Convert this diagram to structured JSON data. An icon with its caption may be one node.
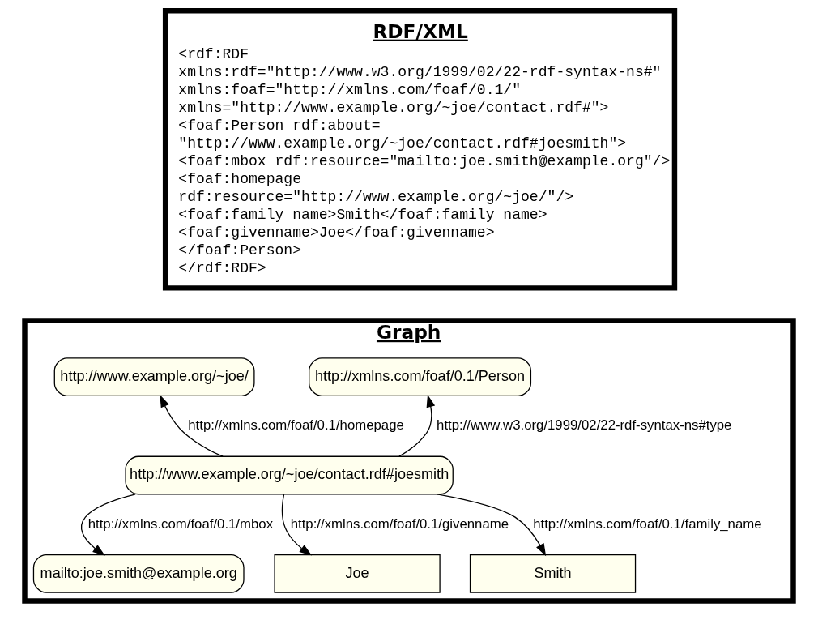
{
  "diagram": {
    "nodes": [
      {
        "text": [
          "RDF/XML",
          "<rdf:RDF",
          "xmlns:rdf=\"http://www.w3.org/1999/02/22-rdf-syntax-ns#\"",
          "xmlns:foaf=\"http://xmlns.com/foaf/0.1/\"",
          "xmlns=\"http://www.example.org/~joe/contact.rdf#\">",
          "<foaf:Person rdf:about=",
          "\"http://www.example.org/~joe/contact.rdf#joesmith\">",
          "<foaf:mbox rdf:resource=\"mailto:joe.smith@example.org\"/>",
          "<foaf:homepage",
          "rdf:resource=\"http://www.example.org/~joe/\"/>",
          "<foaf:family_name>Smith</foaf:family_name>",
          "<foaf:givenname>Joe</foaf:givenname>",
          "</foaf:Person>",
          "</rdf:RDF>"
        ]
      },
      {
        "text": [
          "Graph"
        ]
      },
      {
        "text": [
          "http://xmlns.com/foaf/0.1/Person"
        ],
        "in": 1
      },
      {
        "text": [
          "http://www.example.org/~joe/"
        ],
        "in": 1
      },
      {
        "text": [
          "http://www.example.org/~joe/contact.rdf#joesmith"
        ],
        "in": 1
      },
      {
        "text": [
          "mailto:joe.smith@example.org"
        ],
        "in": 1
      },
      {
        "text": [
          "Joe"
        ],
        "in": 1
      },
      {
        "text": [
          "Smith"
        ],
        "in": 1
      }
    ],
    "edges": [
      {
        "from": 4,
        "to": 2,
        "arrow": "to",
        "label": "http://www.w3.org/1999/02/22-rdf-syntax-ns#type"
      },
      {
        "from": 4,
        "to": 3,
        "arrow": "to",
        "label": "http://xmlns.com/foaf/0.1/homepage"
      },
      {
        "from": 4,
        "to": 5,
        "arrow": "to",
        "label": "http://xmlns.com/foaf/0.1/mbox"
      },
      {
        "from": 4,
        "to": 6,
        "arrow": "to",
        "label": "http://xmlns.com/foaf/0.1/givenname"
      },
      {
        "from": 4,
        "to": 7,
        "arrow": "to",
        "label": "http://xmlns.com/foaf/0.1/family_name"
      }
    ]
  }
}
